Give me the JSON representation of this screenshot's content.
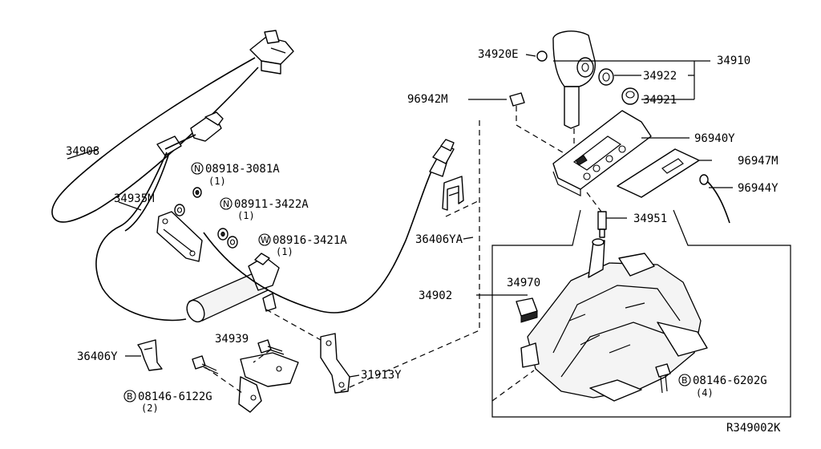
{
  "labels": {
    "p34908": "34908",
    "p34935M": "34935M",
    "p08918": "08918-3081A",
    "p08918_qty": "(1)",
    "p08911": "08911-3422A",
    "p08911_qty": "(1)",
    "p08916": "08916-3421A",
    "p08916_qty": "(1)",
    "p36406YA": "36406YA",
    "p36406Y": "36406Y",
    "p34939": "34939",
    "p08146_6122": "08146-6122G",
    "p08146_6122_qty": "(2)",
    "p31913Y": "31913Y",
    "p34920E": "34920E",
    "p34910": "34910",
    "p34922": "34922",
    "p34921": "34921",
    "p96942M": "96942M",
    "p96940Y": "96940Y",
    "p96947M": "96947M",
    "p96944Y": "96944Y",
    "p34951": "34951",
    "p34970": "34970",
    "p34902": "34902",
    "p08146_6202": "08146-6202G",
    "p08146_6202_qty": "(4)",
    "ref_code": "R349002K"
  },
  "markers": {
    "N": "N",
    "W": "W",
    "B": "B"
  }
}
